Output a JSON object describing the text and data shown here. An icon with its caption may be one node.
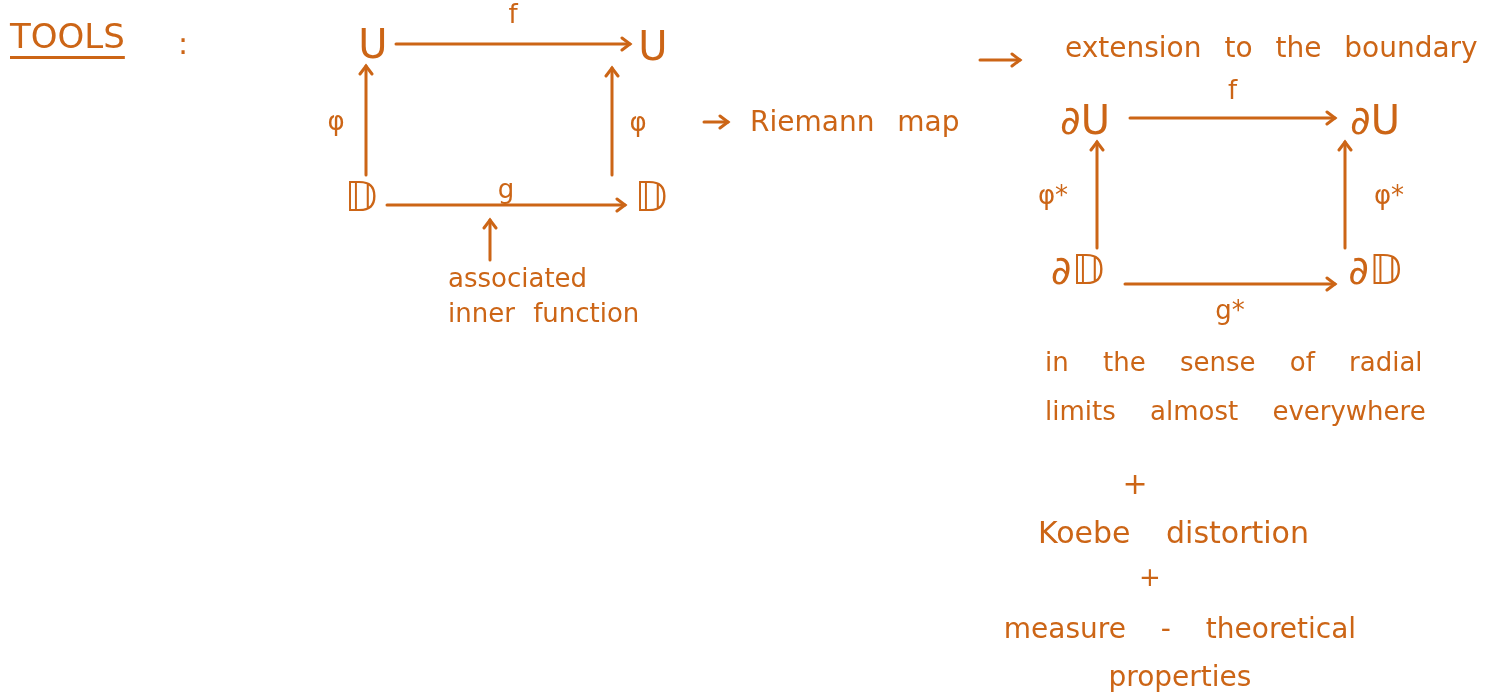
{
  "diagram": {
    "title": "TOOLS",
    "nodes": [
      {
        "text": [
          "U"
        ]
      },
      {
        "text": [
          "U"
        ]
      },
      {
        "text": [
          "𝔻"
        ]
      },
      {
        "text": [
          "𝔻"
        ]
      },
      {
        "text": [
          "Riemann map"
        ]
      },
      {
        "text": [
          "associated inner function"
        ]
      },
      {
        "text": [
          "extension to the boundary"
        ]
      },
      {
        "text": [
          "∂U"
        ]
      },
      {
        "text": [
          "∂U"
        ]
      },
      {
        "text": [
          "∂𝔻"
        ]
      },
      {
        "text": [
          "∂𝔻"
        ]
      }
    ],
    "edges": [
      {
        "from": 0,
        "to": 1,
        "arrow": "to",
        "label": "f"
      },
      {
        "from": 2,
        "to": 0,
        "arrow": "to",
        "label": "φ"
      },
      {
        "from": 3,
        "to": 1,
        "arrow": "to",
        "label": "φ"
      },
      {
        "from": 2,
        "to": 3,
        "arrow": "to",
        "label": "g"
      },
      {
        "from": null,
        "to": 4,
        "arrow": "to"
      },
      {
        "from": 5,
        "to": null,
        "arrow": "to"
      },
      {
        "from": null,
        "to": 6,
        "arrow": "to"
      },
      {
        "from": 7,
        "to": 8,
        "arrow": "to",
        "label": "f"
      },
      {
        "from": 9,
        "to": 7,
        "arrow": "to",
        "label": "φ*"
      },
      {
        "from": 10,
        "to": 8,
        "arrow": "to",
        "label": "φ*"
      },
      {
        "from": 9,
        "to": 10,
        "arrow": "to",
        "label": "g*"
      }
    ],
    "labels": [
      ":",
      "in the sense of radial limits almost everywhere",
      "+",
      "Koebe distortion",
      "+",
      "measure - theoretical properties"
    ]
  }
}
